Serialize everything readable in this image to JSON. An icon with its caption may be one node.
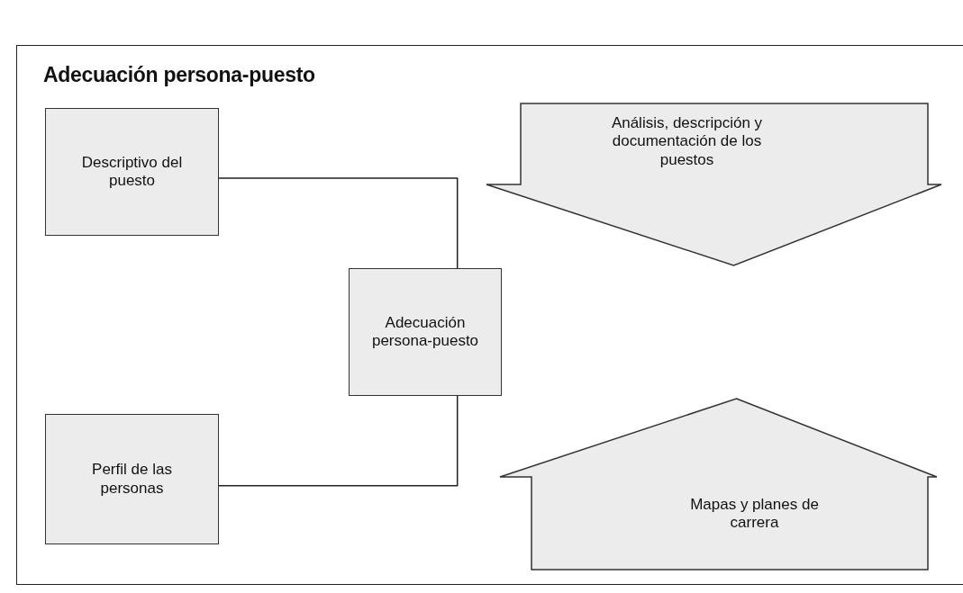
{
  "diagram": {
    "title": "Adecuación persona-puesto",
    "nodes": [
      {
        "text": [
          "Descriptivo del puesto"
        ]
      },
      {
        "text": [
          "Adecuación persona-puesto"
        ]
      },
      {
        "text": [
          "Perfil de las personas"
        ]
      },
      {
        "text": [
          "Análisis, descripción y documentación de los puestos"
        ]
      },
      {
        "text": [
          "Mapas y planes de carrera"
        ]
      }
    ],
    "edges": [
      {
        "from": 0,
        "to": 1,
        "arrow": "none"
      },
      {
        "from": 2,
        "to": 1,
        "arrow": "none"
      }
    ]
  }
}
